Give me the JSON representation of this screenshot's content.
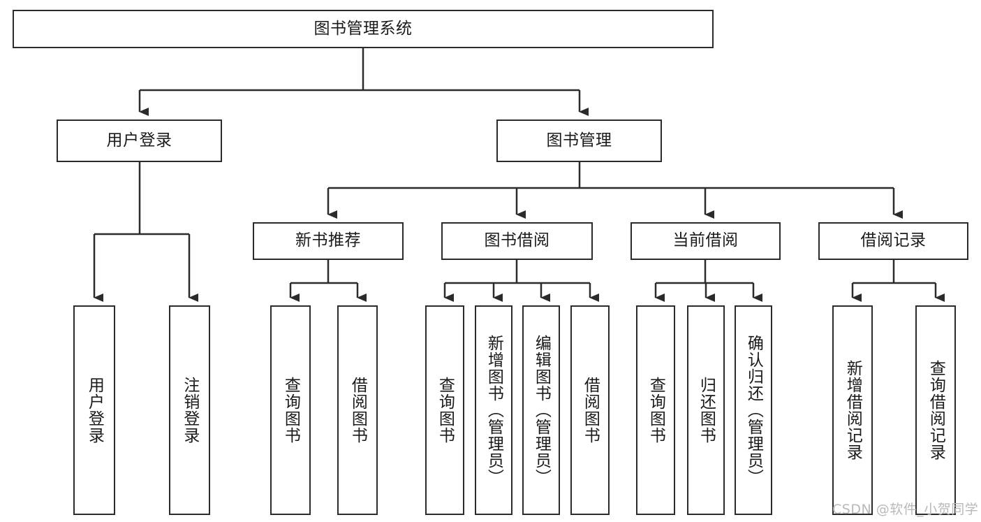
{
  "diagram": {
    "title": "图书管理系统",
    "type": "功能结构图",
    "stroke_color": "#2b2b2b",
    "fill_color": "#ffffff",
    "text_color": "#1a1a1a"
  },
  "root": {
    "label": "图书管理系统"
  },
  "level2": [
    {
      "label": "用户登录"
    },
    {
      "label": "图书管理"
    }
  ],
  "level3": [
    {
      "label": "新书推荐"
    },
    {
      "label": "图书借阅"
    },
    {
      "label": "当前借阅"
    },
    {
      "label": "借阅记录"
    }
  ],
  "leaves": [
    {
      "label": "用户登录",
      "parent": "用户登录"
    },
    {
      "label": "注销登录",
      "parent": "用户登录"
    },
    {
      "label": "查询图书",
      "parent": "新书推荐"
    },
    {
      "label": "借阅图书",
      "parent": "新书推荐"
    },
    {
      "label": "查询图书",
      "parent": "图书借阅"
    },
    {
      "label": "新增图书（管理员）",
      "parent": "图书借阅"
    },
    {
      "label": "编辑图书（管理员）",
      "parent": "图书借阅"
    },
    {
      "label": "借阅图书",
      "parent": "图书借阅"
    },
    {
      "label": "查询图书",
      "parent": "当前借阅"
    },
    {
      "label": "归还图书",
      "parent": "当前借阅"
    },
    {
      "label": "确认归还（管理员）",
      "parent": "当前借阅"
    },
    {
      "label": "新增借阅记录",
      "parent": "借阅记录"
    },
    {
      "label": "查询借阅记录",
      "parent": "借阅记录"
    }
  ],
  "watermark": {
    "text": "CSDN @软件_小贺同学"
  }
}
